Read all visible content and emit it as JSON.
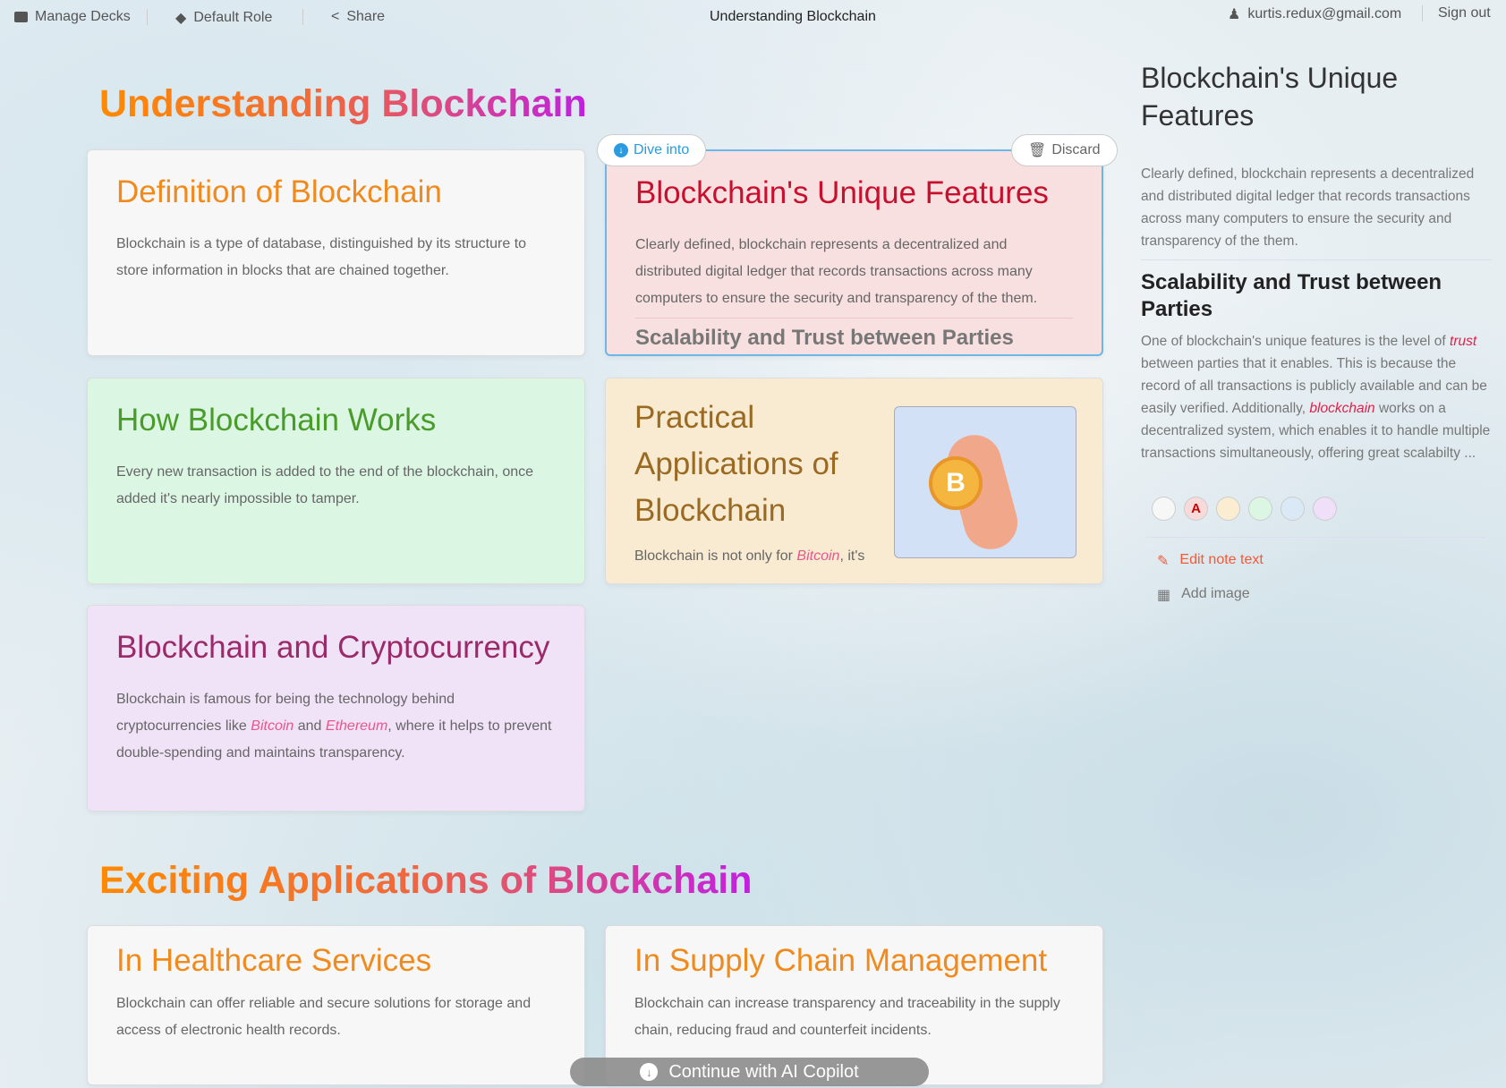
{
  "topbar": {
    "manage_decks": "Manage Decks",
    "default_role": "Default Role",
    "share": "Share",
    "title": "Understanding Blockchain",
    "email": "kurtis.redux@gmail.com",
    "sign_out": "Sign out"
  },
  "sections": [
    {
      "title": "Understanding Blockchain"
    },
    {
      "title": "Exciting Applications of Blockchain"
    }
  ],
  "cards": [
    {
      "title": "Definition of Blockchain",
      "body": "Blockchain is a type of database, distinguished by its structure to store information in blocks that are chained together.",
      "color": "#f7f7f7",
      "title_color": "#f08a1c"
    },
    {
      "title": "Blockchain's Unique Features",
      "body": "Clearly defined, blockchain represents a decentralized and distributed digital ledger that records transactions across many computers to ensure the security and transparency of the them.",
      "subheading": "Scalability and Trust between Parties",
      "color": "#f8dfe0",
      "title_color": "#c8102e"
    },
    {
      "title": "How Blockchain Works",
      "body": "Every new transaction is added to the end of the blockchain, once added it's nearly impossible to tamper.",
      "color": "#dcf6e4",
      "title_color": "#4a9c2a"
    },
    {
      "title": "Practical Applications of Blockchain",
      "body_pre": "Blockchain is not only for ",
      "body_hl": "Bitcoin",
      "body_post": ", it's",
      "color": "#f8ebd2",
      "title_color": "#9a6a22"
    },
    {
      "title": "Blockchain and Cryptocurrency",
      "body_pre": "Blockchain is famous for being the technology behind cryptocurrencies like ",
      "hl1": "Bitcoin",
      "mid": " and ",
      "hl2": "Ethereum",
      "body_post": ", where it helps to prevent double-spending and maintains transparency.",
      "color": "#f0e2f7",
      "title_color": "#9b2a6a"
    },
    {
      "title": "In Healthcare Services",
      "body": "Blockchain can offer reliable and secure solutions for storage and access of electronic health records.",
      "color": "#f7f7f7",
      "title_color": "#f08a1c"
    },
    {
      "title": "In Supply Chain Management",
      "body": "Blockchain can increase transparency and traceability in the supply chain, reducing fraud and counterfeit incidents.",
      "color": "#f7f7f7",
      "title_color": "#f08a1c"
    }
  ],
  "card_actions": {
    "dive_into": "Dive into",
    "discard": "Discard"
  },
  "copilot": {
    "label": "Continue with AI Copilot"
  },
  "panel": {
    "title": "Blockchain's Unique Features",
    "intro": "Clearly defined, blockchain represents a decentralized and distributed digital ledger that records transactions across many computers to ensure the security and transparency of the them.",
    "subheading": "Scalability and Trust between Parties",
    "p_pre": "One of blockchain's unique features is the level of ",
    "hl1": "trust",
    "p_mid": " between parties that it enables. This is because the record of all transactions is publicly available and can be easily verified. Additionally, ",
    "hl2": "blockchain",
    "p_post": " works on a decentralized system, which enables it to handle multiple transactions simultaneously, offering great scalabilty ...",
    "colors": [
      "#f7f7f7",
      "#f8dada",
      "#fbedd2",
      "#dcf6e4",
      "#dbe9f6",
      "#efdff8"
    ],
    "selected_letter": "A",
    "edit_note": "Edit note text",
    "add_image": "Add image"
  }
}
